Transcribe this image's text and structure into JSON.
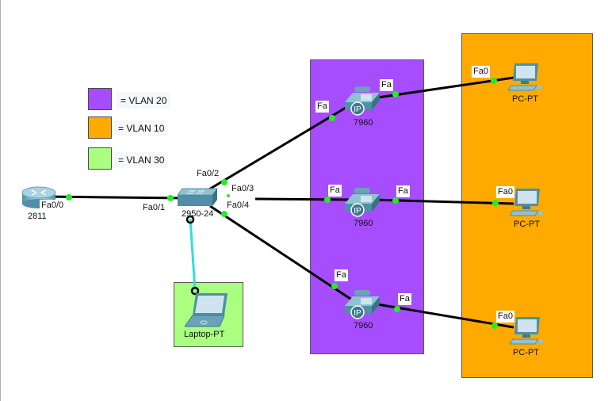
{
  "colors": {
    "vlan20": "#a64dff",
    "vlan10": "#ffaa00",
    "vlan30": "#aaff80",
    "link": "#000000",
    "console_link": "#33dddd",
    "port_up": "#22ee22"
  },
  "legend": [
    {
      "label": "= VLAN 20",
      "color": "#a64dff"
    },
    {
      "label": "= VLAN 10",
      "color": "#ffaa00"
    },
    {
      "label": "= VLAN 30",
      "color": "#aaff80"
    }
  ],
  "devices": {
    "router": {
      "model": "2811",
      "icon": "router-icon"
    },
    "switch": {
      "model": "2950-24",
      "icon": "switch-icon"
    },
    "laptop": {
      "model": "Laptop-PT",
      "icon": "laptop-icon"
    },
    "phones": [
      {
        "model": "7960",
        "icon": "ip-phone-icon",
        "badge": "IP"
      },
      {
        "model": "7960",
        "icon": "ip-phone-icon",
        "badge": "IP"
      },
      {
        "model": "7960",
        "icon": "ip-phone-icon",
        "badge": "IP"
      }
    ],
    "pcs": [
      {
        "model": "PC-PT",
        "icon": "pc-icon"
      },
      {
        "model": "PC-PT",
        "icon": "pc-icon"
      },
      {
        "model": "PC-PT",
        "icon": "pc-icon"
      }
    ]
  },
  "ports": {
    "router_fa00": "Fa0/0",
    "switch_fa01": "Fa0/1",
    "switch_fa02": "Fa0/2",
    "switch_fa03": "Fa0/3",
    "switch_fa04": "Fa0/4",
    "phone_port": "Fa",
    "pc_port": "Fa0"
  }
}
